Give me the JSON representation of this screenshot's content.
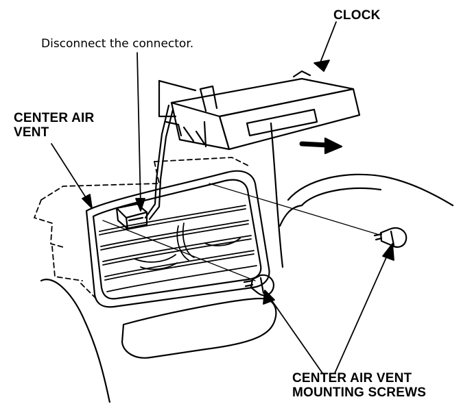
{
  "labels": {
    "clock": "CLOCK",
    "connector_note": "Disconnect the connector.",
    "center_air_vent": [
      "CENTER AIR",
      "VENT"
    ],
    "mounting_screws": [
      "CENTER AIR VENT",
      "MOUNTING SCREWS"
    ]
  },
  "colors": {
    "ink": "#000000",
    "paper": "#ffffff"
  }
}
